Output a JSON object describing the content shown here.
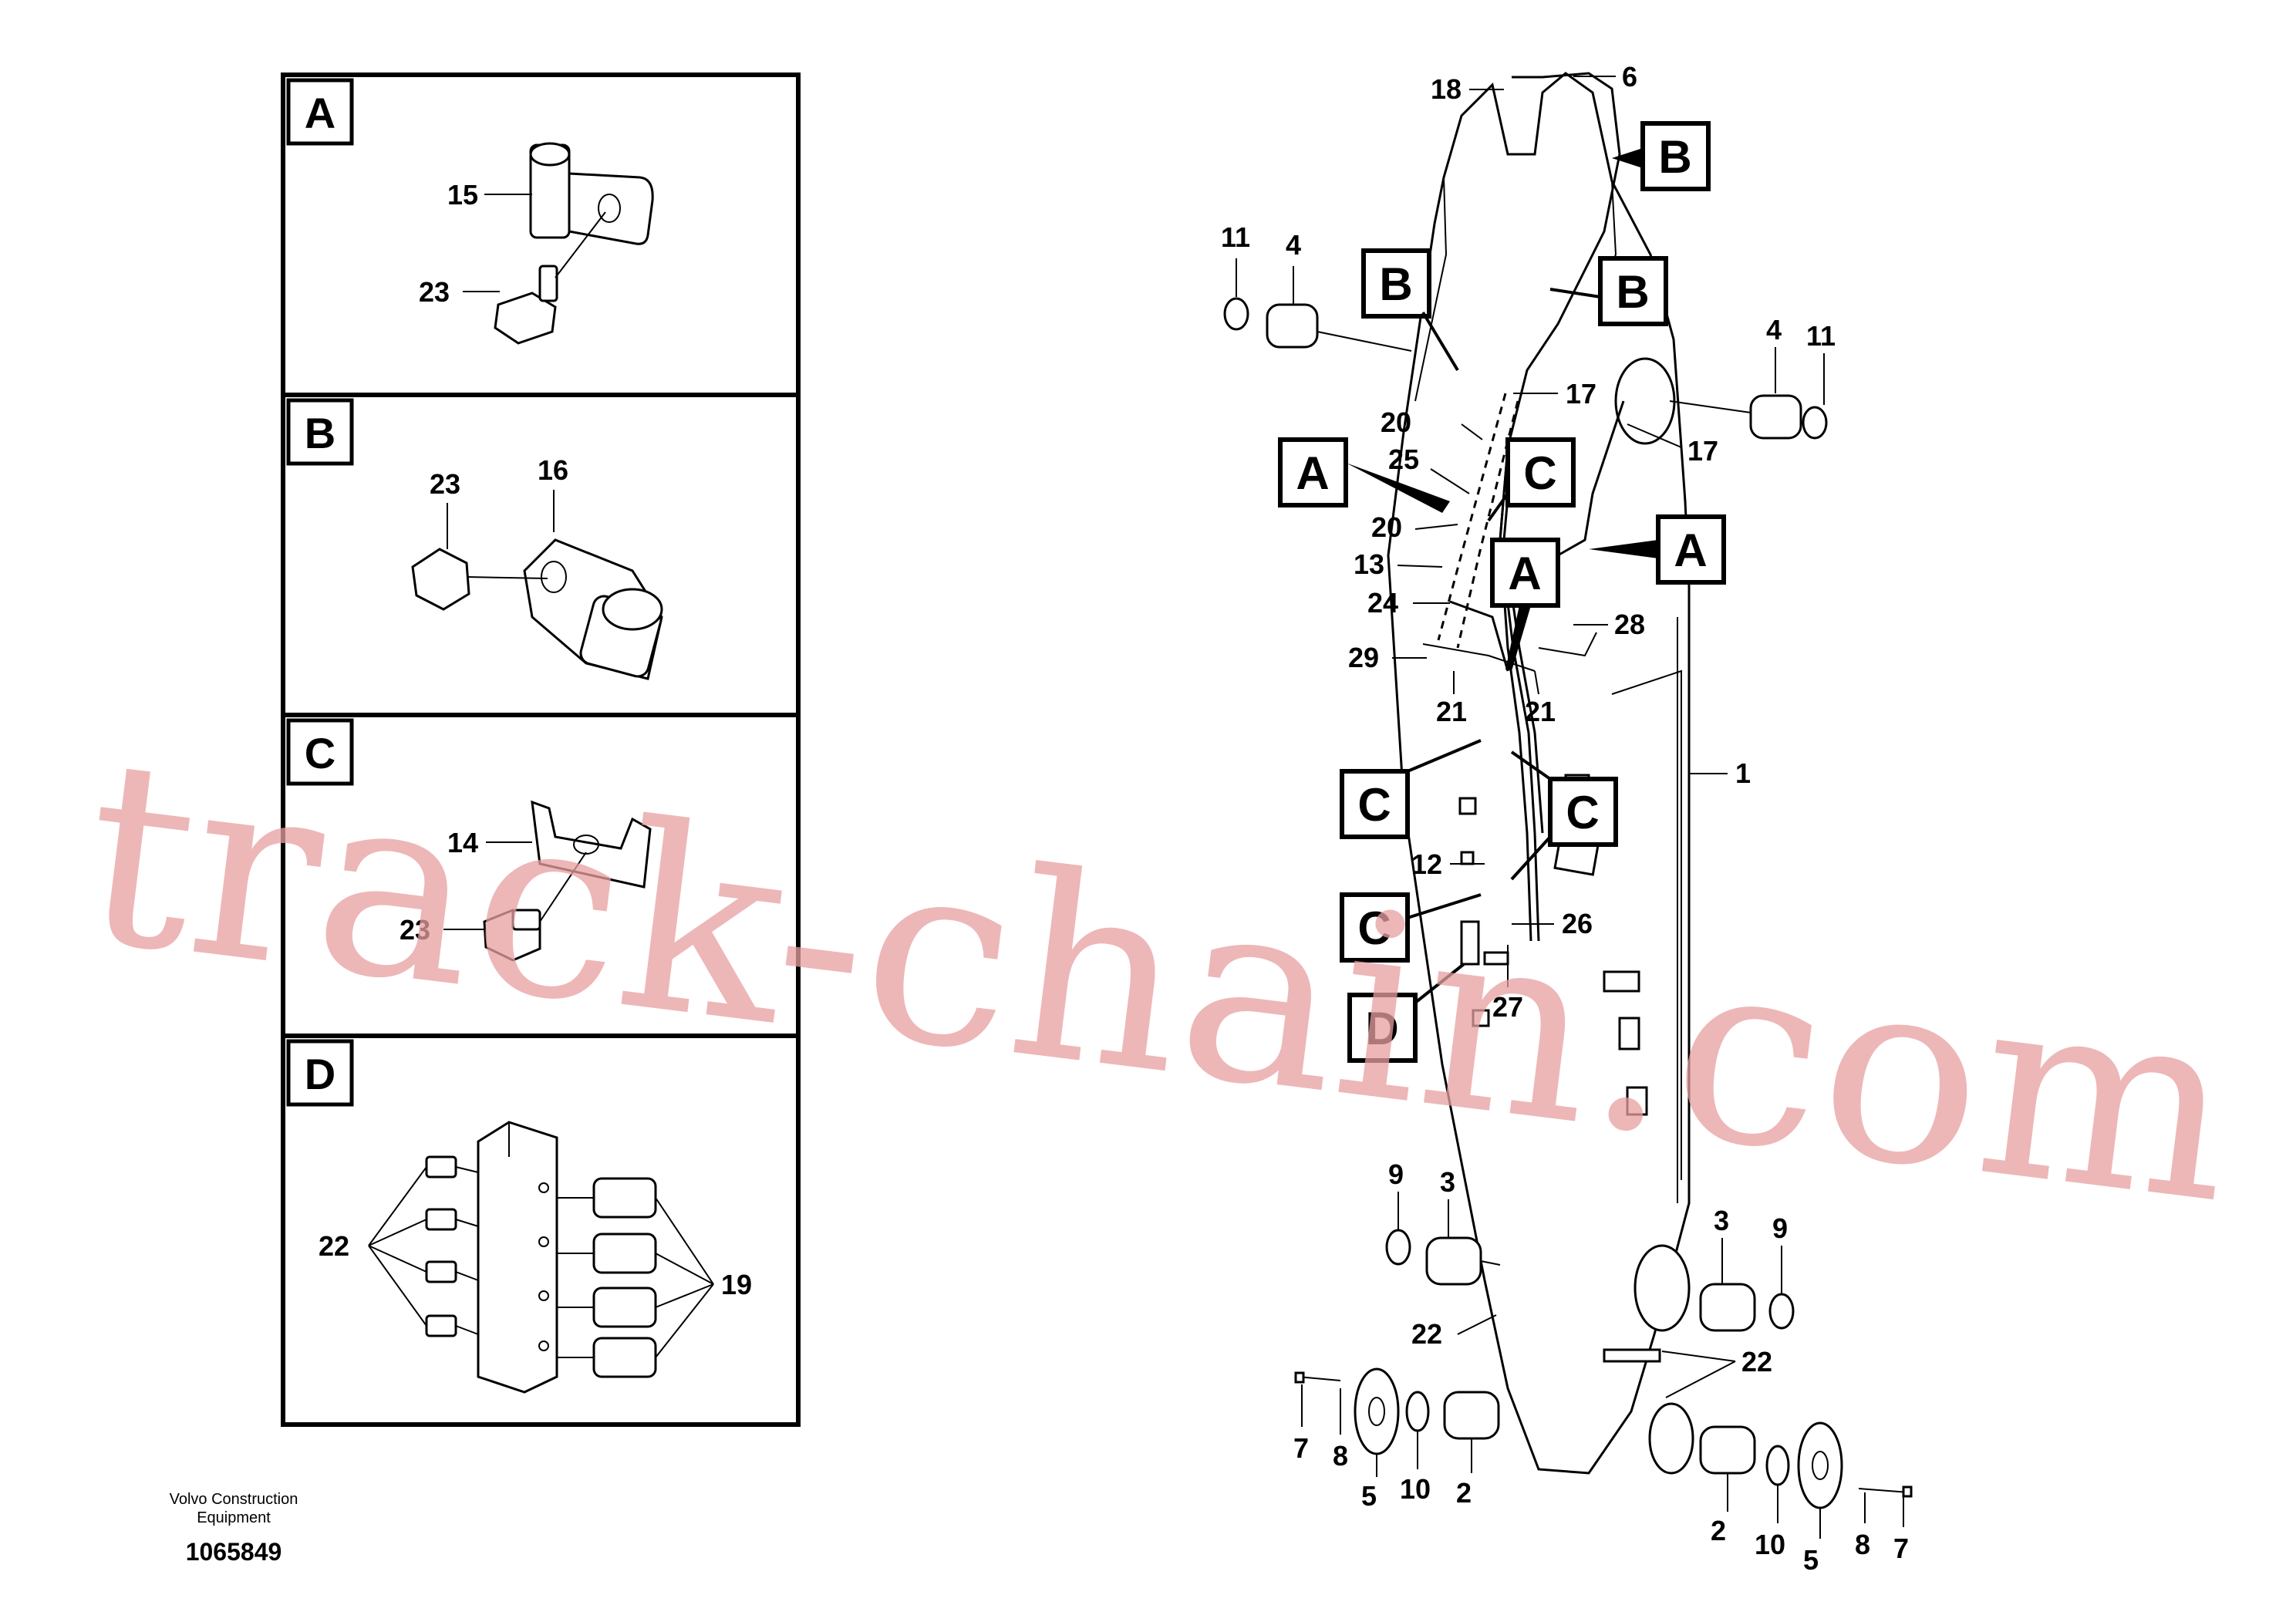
{
  "panels": [
    {
      "letter": "A",
      "parts": [
        "15",
        "23"
      ]
    },
    {
      "letter": "B",
      "parts": [
        "23",
        "16"
      ]
    },
    {
      "letter": "C",
      "parts": [
        "14",
        "23"
      ]
    },
    {
      "letter": "D",
      "parts": [
        "22",
        "19"
      ]
    }
  ],
  "callouts": {
    "b_top": "B",
    "b_mid_left": "B",
    "b_mid_right": "B",
    "a_left": "A",
    "a_right": "A",
    "a_center": "A",
    "c_top": "C",
    "c_left_1": "C",
    "c_right": "C",
    "c_left_2": "C",
    "d_left": "D"
  },
  "part_numbers": {
    "n18": "18",
    "n6": "6",
    "n11_left": "11",
    "n4_left": "4",
    "n4_right": "4",
    "n11_right": "11",
    "n20_top": "20",
    "n17_top": "17",
    "n25": "25",
    "n17_right": "17",
    "n20_mid": "20",
    "n13": "13",
    "n24": "24",
    "n28": "28",
    "n29": "29",
    "n21_left": "21",
    "n21_right": "21",
    "n1": "1",
    "n12": "12",
    "n26": "26",
    "n27": "27",
    "n9_left": "9",
    "n3_left": "3",
    "n3_right": "3",
    "n9_right": "9",
    "n22_left": "22",
    "n22_right": "22",
    "n7_left": "7",
    "n8_left": "8",
    "n5_left": "5",
    "n10_left": "10",
    "n2_left": "2",
    "n2_right": "2",
    "n10_right": "10",
    "n5_right": "5",
    "n8_right": "8",
    "n7_right": "7"
  },
  "footer": {
    "company_line1": "Volvo Construction",
    "company_line2": "Equipment",
    "document_number": "1065849"
  },
  "watermark": "track-chain.com"
}
